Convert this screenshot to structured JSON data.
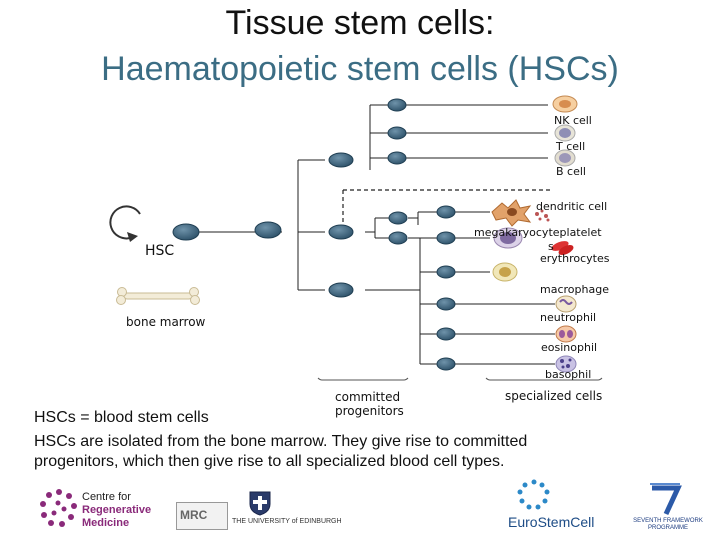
{
  "slide": {
    "title_line1": "Tissue stem cells:",
    "title_line2": "Haematopoietic stem cells (HSCs)"
  },
  "diagram": {
    "hsc_label": "HSC",
    "bone_marrow_label": "bone marrow",
    "committed_progenitors_label": "committed\nprogenitors",
    "specialized_cells_label": "specialized cells",
    "cell_types": [
      "NK cell",
      "T cell",
      "B cell",
      "dendritic cell",
      "megakaryocyteplatelet",
      "s",
      "erythrocytes",
      "macrophage",
      "neutrophil",
      "eosinophil",
      "basophil"
    ]
  },
  "body": {
    "line1": "HSCs = blood stem cells",
    "line2": "HSCs are isolated from the bone marrow. They give rise to committed",
    "line3": "progenitors, which then give rise to all specialized blood cell types."
  },
  "logos": {
    "crm_line1": "Centre for",
    "crm_line2": "Regenerative",
    "crm_line3": "Medicine",
    "mrc": "MRC",
    "edinburgh": "THE UNIVERSITY of EDINBURGH",
    "eurostemcell": "EuroStemCell",
    "fp7": "SEVENTH FRAMEWORK PROGRAMME"
  },
  "colors": {
    "title_accent": "#3b6d84",
    "cell_fill": "#3f6b86",
    "cell_nucleus": "#1f3e52"
  }
}
